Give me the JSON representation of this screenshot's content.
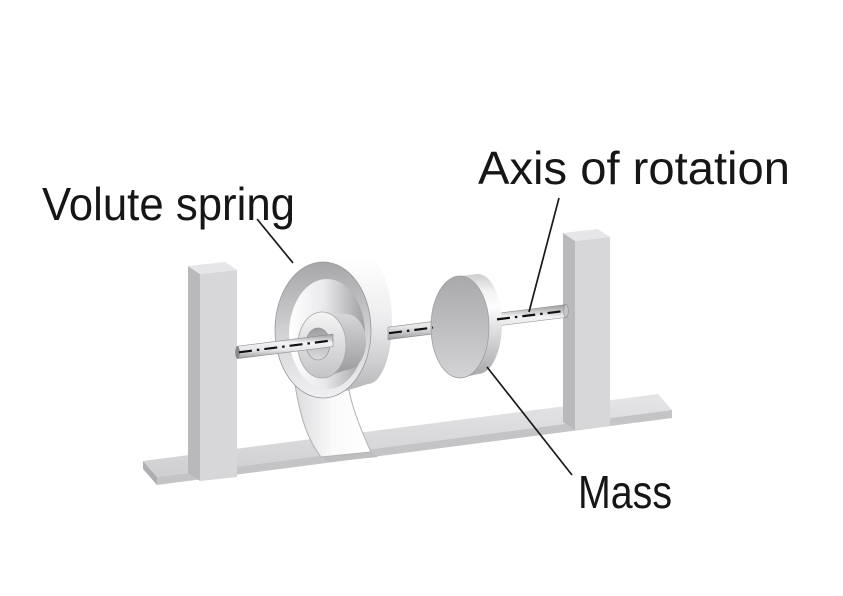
{
  "diagram": {
    "type": "technical-illustration",
    "subject": "Volute spring and mass mounted on a shaft between two supports on a base plate",
    "labels": {
      "volute_spring": "Volute spring",
      "axis_of_rotation": "Axis of rotation",
      "mass": "Mass"
    },
    "colors": {
      "background": "#ffffff",
      "line": "#1a1a1a",
      "metal_light": "#f2f2f4",
      "metal_mid": "#d6d6d8",
      "metal_dark": "#a8a8aa"
    }
  }
}
